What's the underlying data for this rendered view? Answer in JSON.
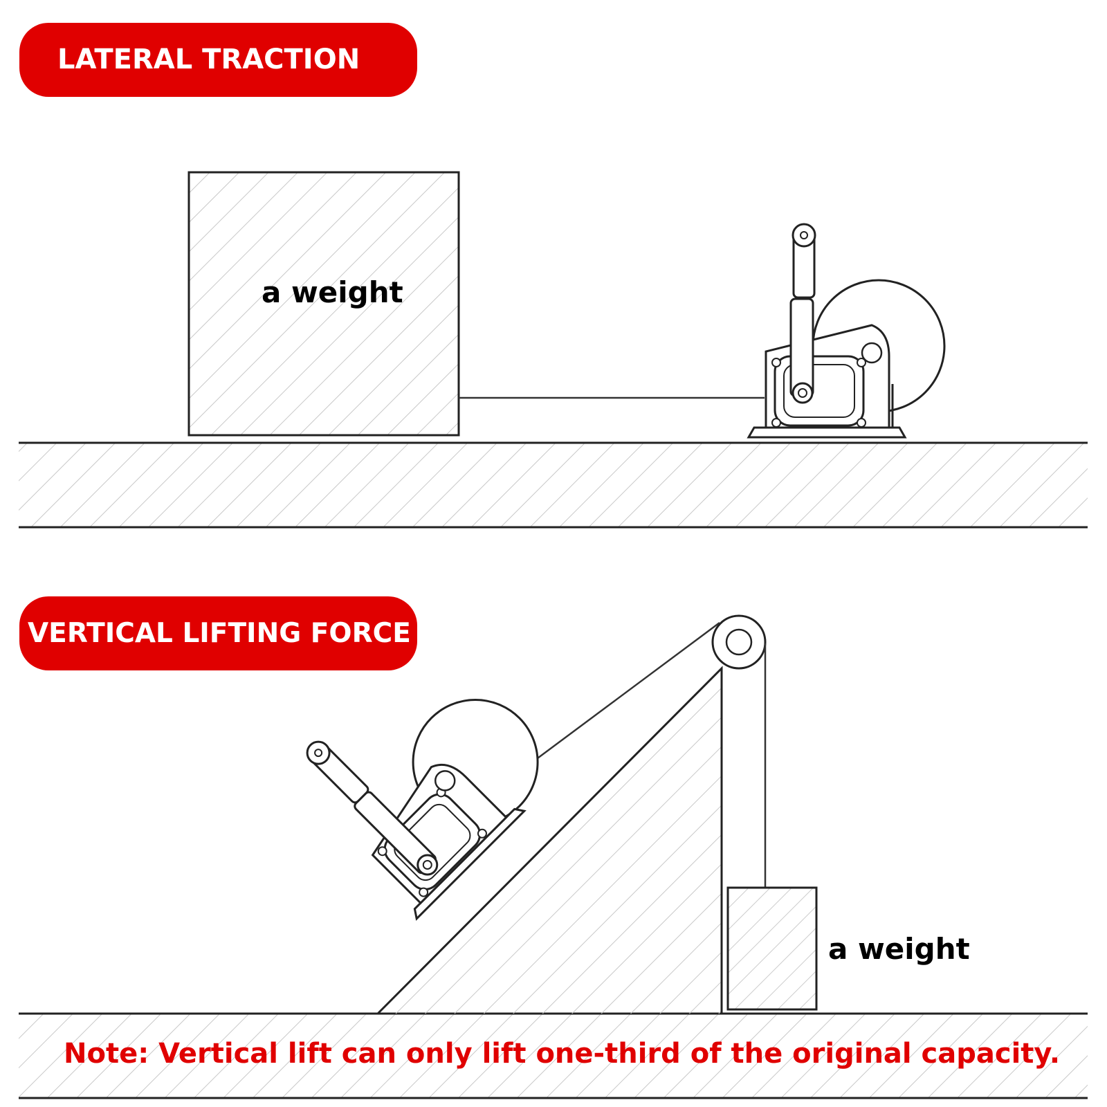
{
  "panels": {
    "lateral": {
      "title": "LATERAL TRACTION",
      "weight_label": "a weight"
    },
    "vertical": {
      "title": "VERTICAL LIFTING FORCE",
      "weight_label": "a weight"
    }
  },
  "note": "Note: Vertical lift can only lift one-third of the original capacity.",
  "colors": {
    "accent": "#e00000",
    "ink": "#222222",
    "hatch": "#cccccc"
  }
}
